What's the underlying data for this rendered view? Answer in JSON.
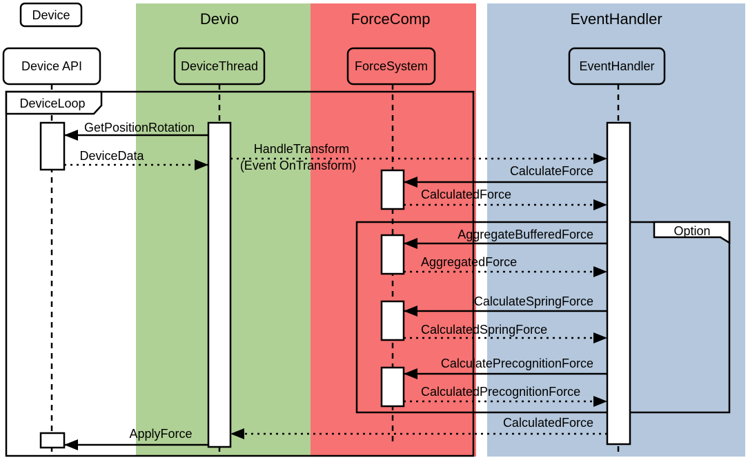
{
  "colors": {
    "devio": "#b0d196",
    "forcecomp": "#f77272",
    "eventhandler": "#b4c7dc",
    "line": "#000000",
    "box": "#ffffff"
  },
  "group_headers": {
    "device": "Device",
    "devio": "Devio",
    "forcecomp": "ForceComp",
    "eventhandler": "EventHandler"
  },
  "lifelines": {
    "device_api": "Device API",
    "device_thread": "DeviceThread",
    "force_system": "ForceSystem",
    "event_handler": "EventHandler"
  },
  "frames": {
    "loop": "DeviceLoop",
    "option": "Option"
  },
  "messages": {
    "get_position_rotation": "GetPositionRotation",
    "device_data": "DeviceData",
    "handle_transform_1": "HandleTransform",
    "handle_transform_2": "(Event OnTransform)",
    "calculate_force": "CalculateForce",
    "calculated_force": "CalculatedForce",
    "aggregate_buffered_force": "AggregateBufferedForce",
    "aggregated_force": "AggregatedForce",
    "calculate_spring_force": "CalculateSpringForce",
    "calculated_spring_force": "CalculatedSpringForce",
    "calculate_precognition_force": "CalculatePrecognitionForce",
    "calculated_precognition_force": "CalculatedPrecognitionForce",
    "calculated_force_return": "CalculatedForce",
    "apply_force": "ApplyForce"
  }
}
